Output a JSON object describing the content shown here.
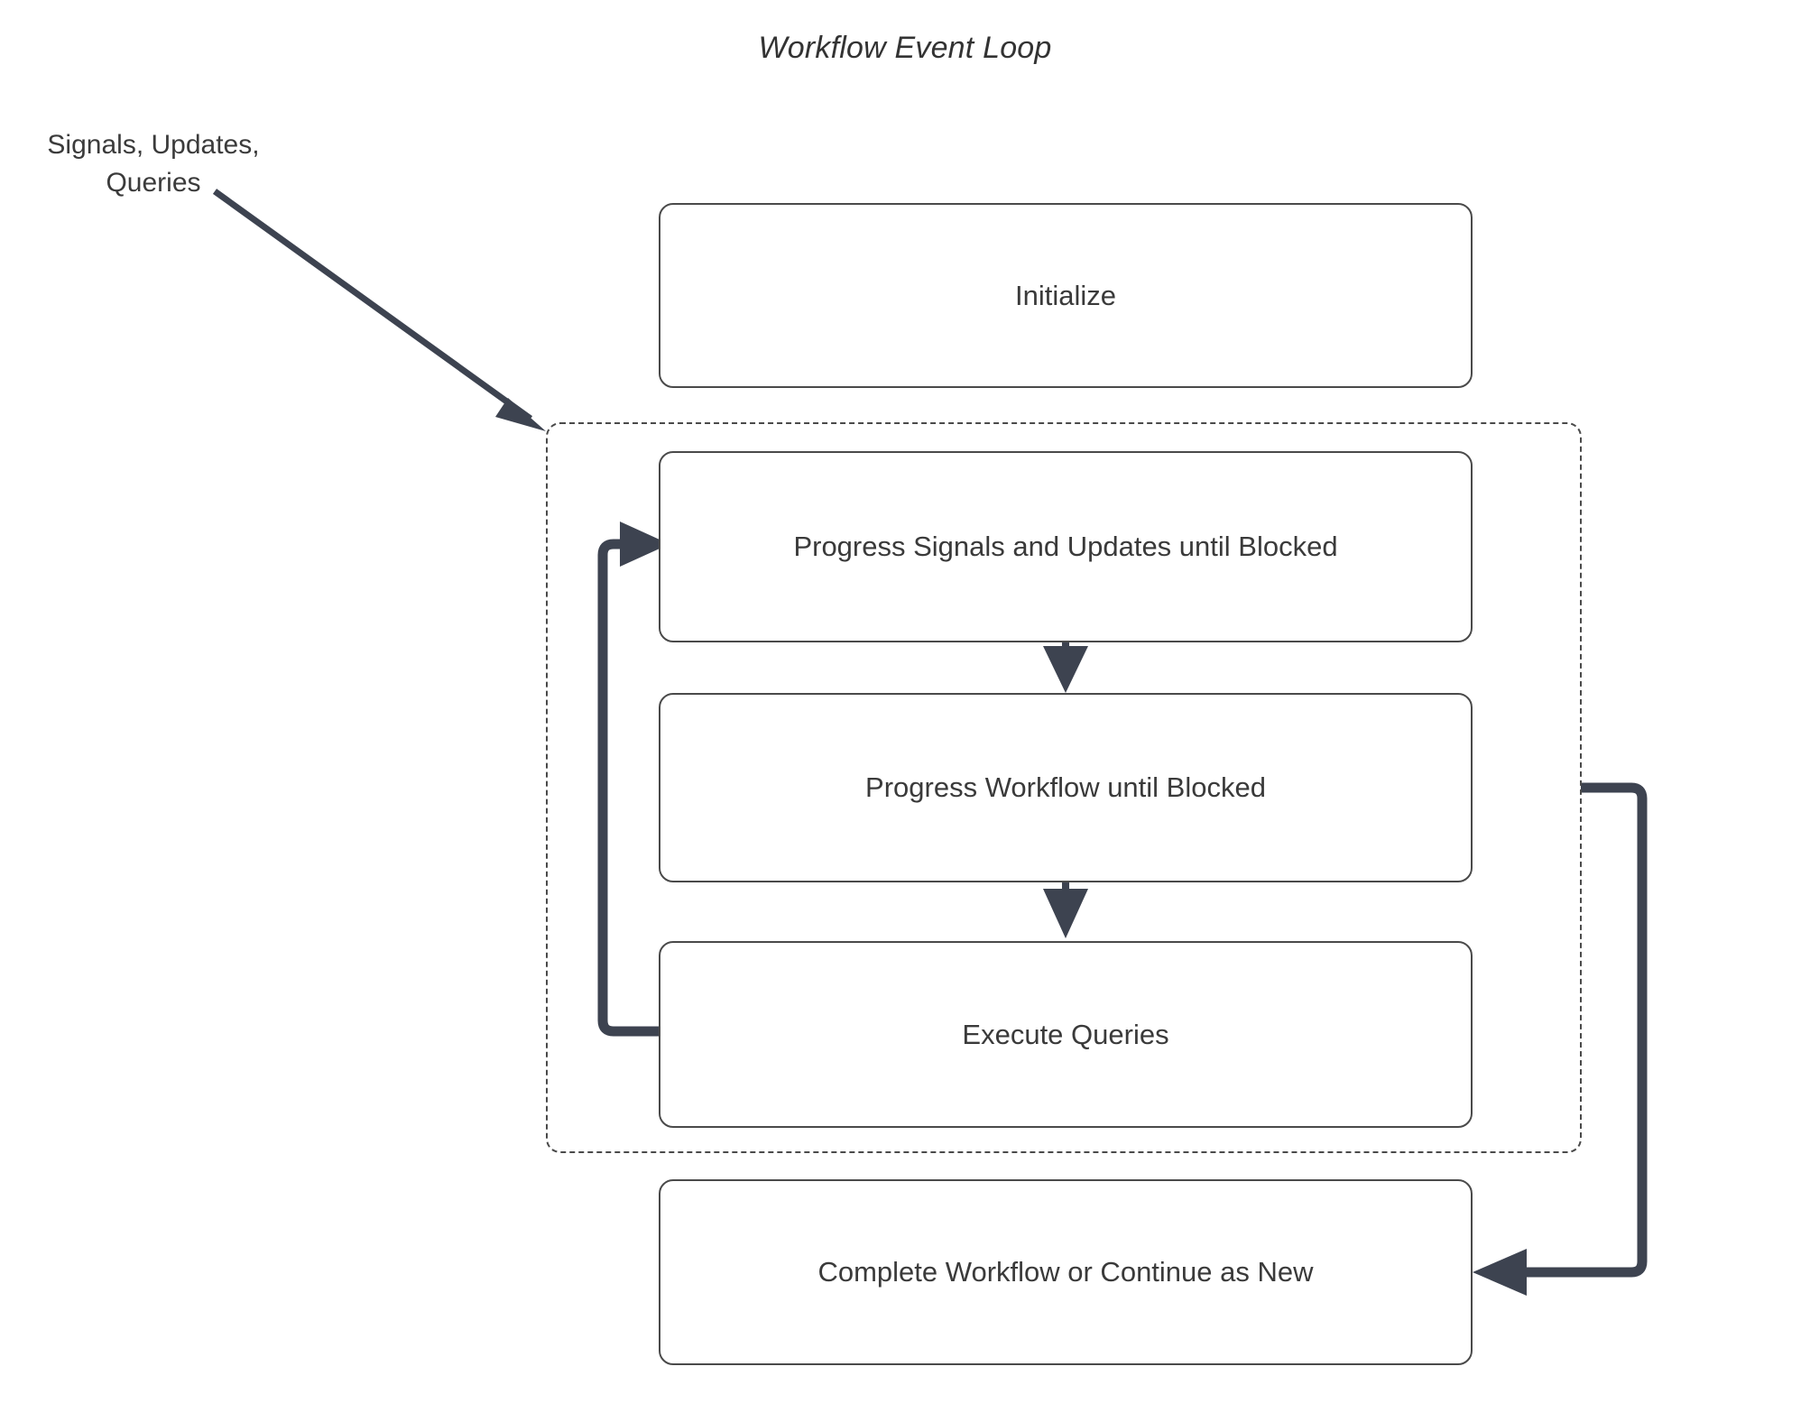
{
  "diagram": {
    "title": "Workflow Event Loop",
    "external_label": {
      "line1": "Signals, Updates,",
      "line2": "Queries"
    },
    "colors": {
      "node_border": "#4a4a4a",
      "node_fill": "#ffffff",
      "text": "#3a3a3a",
      "arrow": "#3d4350",
      "container_border": "#4a4a4a",
      "background": "#ffffff"
    },
    "nodes": [
      {
        "id": "initialize",
        "label": "Initialize"
      },
      {
        "id": "progress-signals-updates",
        "label": "Progress Signals and Updates until Blocked"
      },
      {
        "id": "progress-workflow",
        "label": "Progress Workflow until Blocked"
      },
      {
        "id": "execute-queries",
        "label": "Execute Queries"
      },
      {
        "id": "complete-workflow",
        "label": "Complete Workflow or Continue as New"
      }
    ],
    "container": {
      "id": "event-loop-group",
      "style": "dashed"
    },
    "edges": [
      {
        "from": "signals-updates-queries-label",
        "to": "event-loop-group",
        "style": "thin-arrow"
      },
      {
        "from": "progress-signals-updates",
        "to": "progress-workflow",
        "style": "thin-arrow"
      },
      {
        "from": "progress-workflow",
        "to": "execute-queries",
        "style": "thin-arrow"
      },
      {
        "from": "execute-queries",
        "to": "progress-signals-updates",
        "style": "thick-loop-back"
      },
      {
        "from": "event-loop-group",
        "to": "complete-workflow",
        "style": "thick-loop-exit"
      }
    ]
  }
}
